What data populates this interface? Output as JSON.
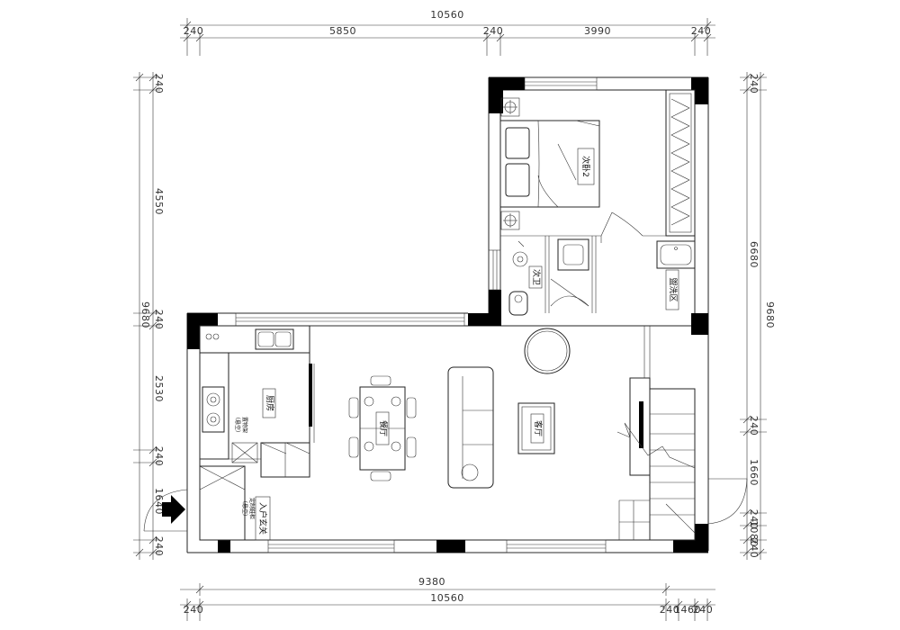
{
  "dimensions": {
    "top_total": "10560",
    "top_segments": [
      "240",
      "5850",
      "240",
      "3990",
      "240"
    ],
    "bottom_mid": "9380",
    "bottom_total": "10560",
    "bottom_segments": [
      "240",
      "240",
      "1460",
      "240"
    ],
    "left_total": "9680",
    "left_segments": [
      "240",
      "4550",
      "240",
      "2530",
      "240",
      "1640",
      "240"
    ],
    "right_total": "9680",
    "right_segments": [
      "240",
      "6680",
      "240",
      "1660",
      "240",
      "1080",
      "240"
    ]
  },
  "rooms": {
    "bedroom2": "次卧2",
    "bathroom": "次卫",
    "laundry": "盥洗区",
    "kitchen": "厨房",
    "dining": "餐厅",
    "living": "客厅",
    "entrance": "入户玄关"
  },
  "notes": {
    "kitchen_rack": "置物架",
    "kitchen_rack_sub": "（悬空）",
    "shoe_cabinet": "定制鞋柜",
    "shoe_cabinet_sub": "（悬空）"
  }
}
